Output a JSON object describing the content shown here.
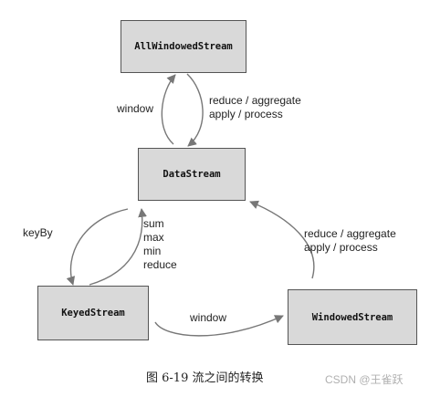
{
  "nodes": {
    "all_windowed_stream": "AllWindowedStream",
    "data_stream": "DataStream",
    "keyed_stream": "KeyedStream",
    "windowed_stream": "WindowedStream"
  },
  "edge_labels": {
    "data_to_allwindowed": "window",
    "allwindowed_to_data": [
      "reduce / aggregate",
      "apply / process"
    ],
    "data_to_keyed": "keyBy",
    "keyed_to_data": [
      "sum",
      "max",
      "min",
      "reduce"
    ],
    "keyed_to_windowed": "window",
    "windowed_to_data": [
      "reduce / aggregate",
      "apply / process"
    ]
  },
  "caption": "图 6-19  流之间的转换",
  "watermark": "CSDN @王雀跃",
  "colors": {
    "node_fill": "#d9d9d9",
    "node_border": "#555555",
    "arrow": "#777777",
    "text": "#222222"
  }
}
